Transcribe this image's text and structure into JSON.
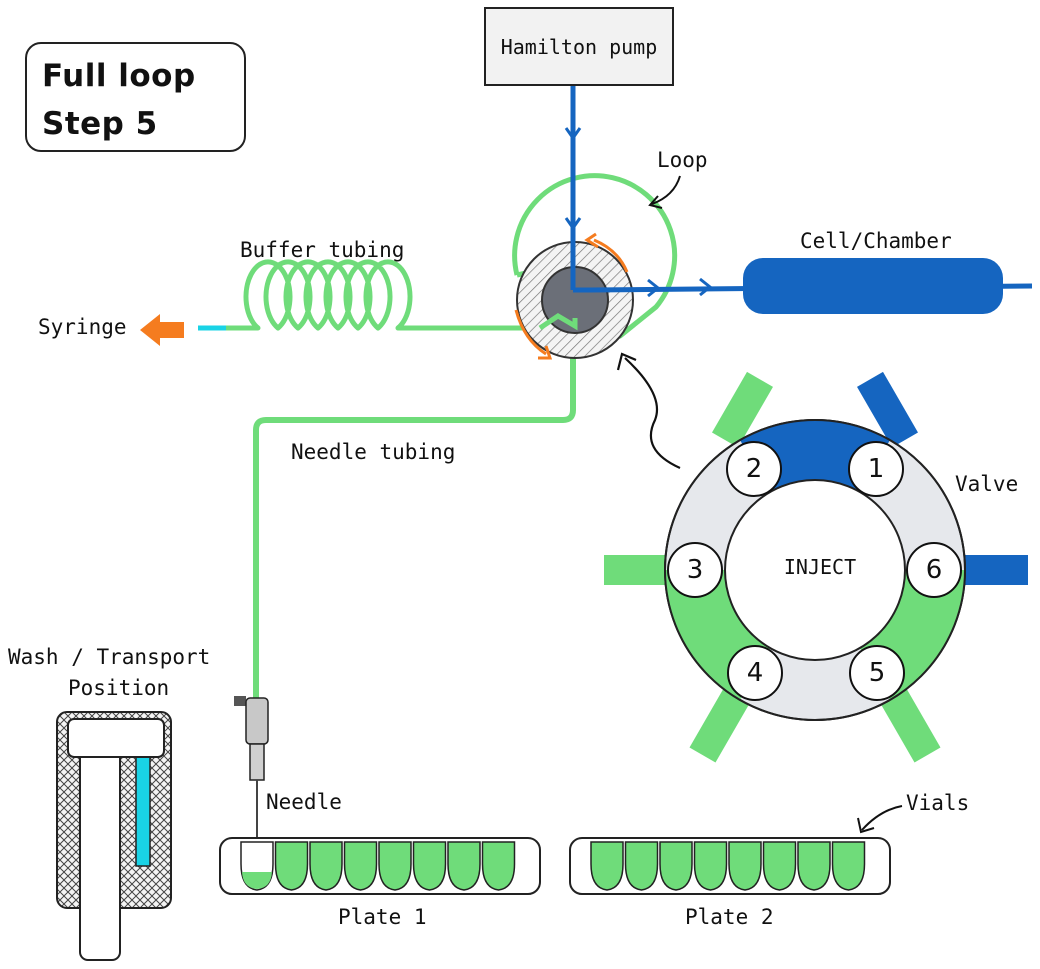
{
  "title": {
    "line1": "Full loop",
    "line2": "Step 5"
  },
  "pump": {
    "label": "Hamilton pump"
  },
  "labels": {
    "loop": "Loop",
    "buffer_tubing": "Buffer tubing",
    "syringe": "Syringe",
    "cell_chamber": "Cell/Chamber",
    "needle_tubing": "Needle tubing",
    "valve": "Valve",
    "wash_line1": "Wash / Transport",
    "wash_line2": "Position",
    "needle": "Needle",
    "vials": "Vials",
    "plate1": "Plate 1",
    "plate2": "Plate 2"
  },
  "valve": {
    "center_label": "INJECT",
    "ports": [
      "1",
      "2",
      "3",
      "4",
      "5",
      "6"
    ]
  },
  "colors": {
    "green": "#6fdc7a",
    "blue": "#1565c0",
    "orange": "#f57c1f",
    "cyan": "#19d3e6",
    "valve_grey": "#e6e8ec",
    "rotor_grey": "#6b6f78"
  }
}
